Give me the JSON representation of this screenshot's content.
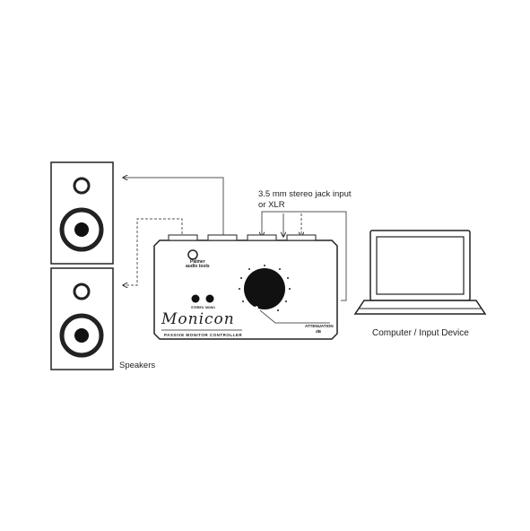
{
  "labels": {
    "input_line1": "3.5 mm stereo jack input",
    "input_line2": "or XLR",
    "computer": "Computer / Input Device",
    "speakers": "Speakers"
  },
  "device": {
    "brand_line1": "Palmer",
    "brand_line2": "audio tools",
    "product_name": "Monicon",
    "subtitle": "PASSIVE MONITOR CONTROLLER",
    "attenuation_label": "ATTENUATION",
    "attenuation_unit": "dB",
    "button1_label": "STEREO",
    "button2_label": "MONO"
  },
  "colors": {
    "line": "#222222",
    "fill_dark": "#111111",
    "background": "#ffffff"
  }
}
